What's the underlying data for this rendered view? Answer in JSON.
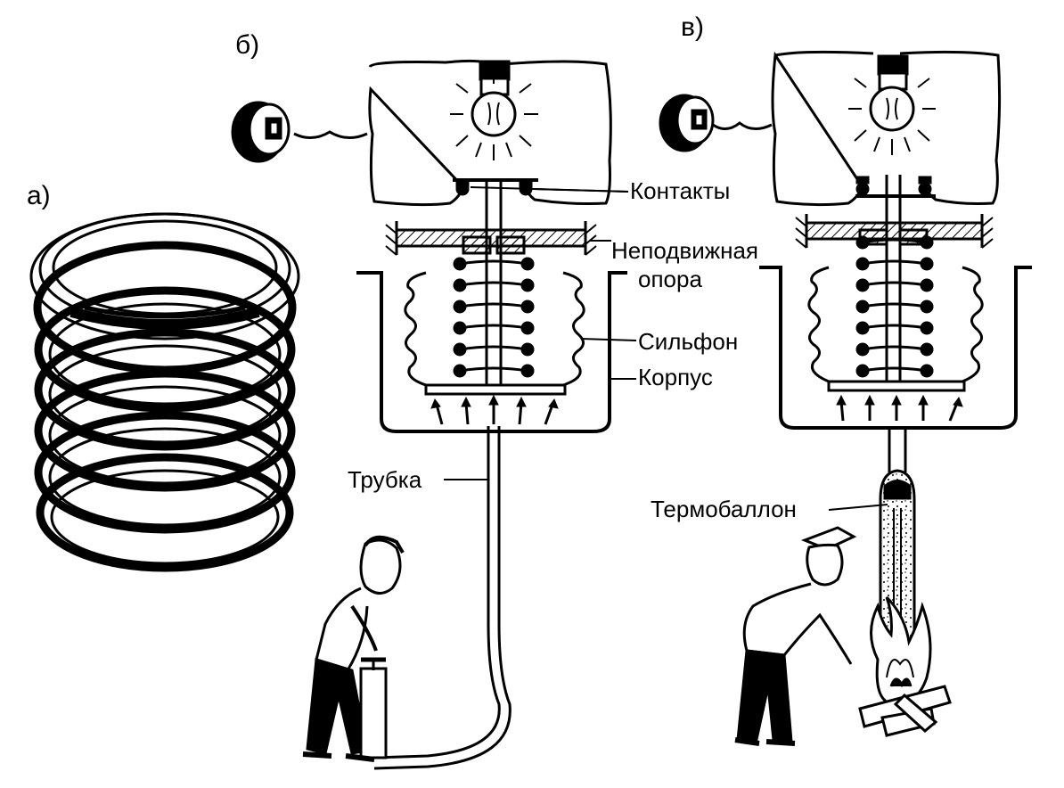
{
  "panels": {
    "a": "а)",
    "b": "б)",
    "v": "в)"
  },
  "labels": {
    "contacts": "Контакты",
    "support_line1": "Неподвижная",
    "support_line2": "опора",
    "bellows": "Сильфон",
    "housing": "Корпус",
    "tube": "Трубка",
    "thermobulb": "Термобаллон"
  },
  "colors": {
    "ink": "#000000",
    "paper": "#ffffff"
  },
  "icons": [
    "bellows-ring-stack",
    "light-bulb-icon",
    "socket-icon",
    "spring-coil",
    "hand-pump-icon",
    "fire-icon",
    "person-figure"
  ]
}
